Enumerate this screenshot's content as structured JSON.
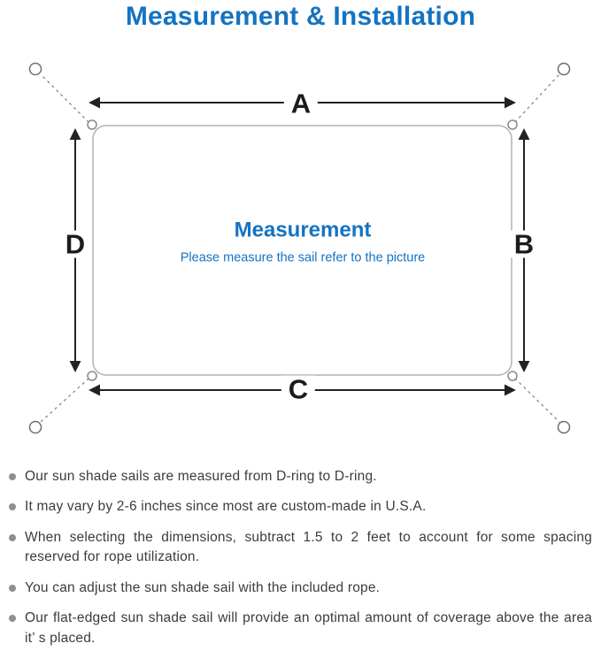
{
  "page": {
    "title": "Measurement & Installation"
  },
  "diagram": {
    "label_a": "A",
    "label_b": "B",
    "label_c": "C",
    "label_d": "D",
    "center_title": "Measurement",
    "center_subtitle": "Please measure the sail refer to the picture"
  },
  "notes": {
    "items": [
      "Our sun shade sails are measured from D-ring to D-ring.",
      "It may vary by 2-6 inches since most are custom-made in U.S.A.",
      "When selecting the dimensions, subtract 1.5 to 2 feet to account for some spacing reserved for rope utilization.",
      "You can adjust the sun shade sail with the included rope.",
      "Our flat-edged sun shade sail will provide an optimal amount of coverage above the area it’ s placed."
    ]
  },
  "colors": {
    "accent_blue": "#1473c2",
    "arrow_dark": "#222222",
    "line_gray": "#8f8f8f",
    "text_gray": "#3c3c3c"
  }
}
